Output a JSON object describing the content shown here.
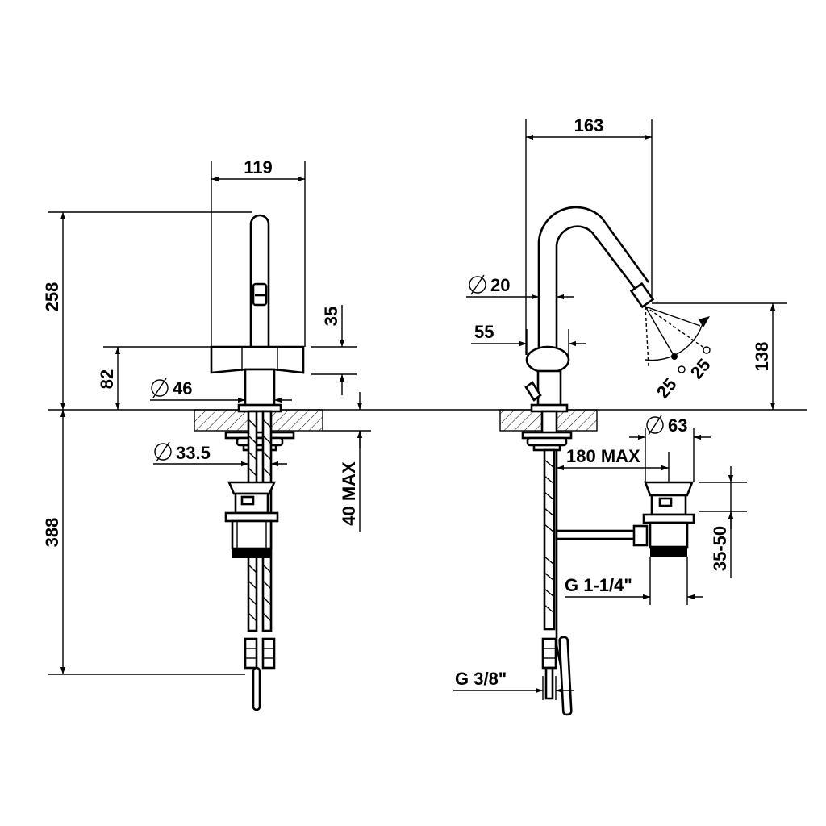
{
  "dimensions": {
    "front_width": "119",
    "front_height": "258",
    "front_handle_thickness": "35",
    "front_handle_height": "82",
    "front_body_diameter": "46",
    "front_thread_diameter": "33.5",
    "front_deck_thickness": "40 MAX",
    "front_below_deck": "388",
    "side_reach": "163",
    "side_spout_diameter": "20",
    "side_body_width": "55",
    "side_angle_left": "25",
    "side_angle_right": "25",
    "side_outlet_height": "138",
    "side_waste_diameter": "63",
    "side_waste_distance": "180 MAX",
    "side_waste_range": "35-50",
    "side_waste_thread": "G 1-1/4\"",
    "side_supply_thread": "G 3/8\""
  },
  "colors": {
    "line": "#000000",
    "background": "#ffffff"
  }
}
